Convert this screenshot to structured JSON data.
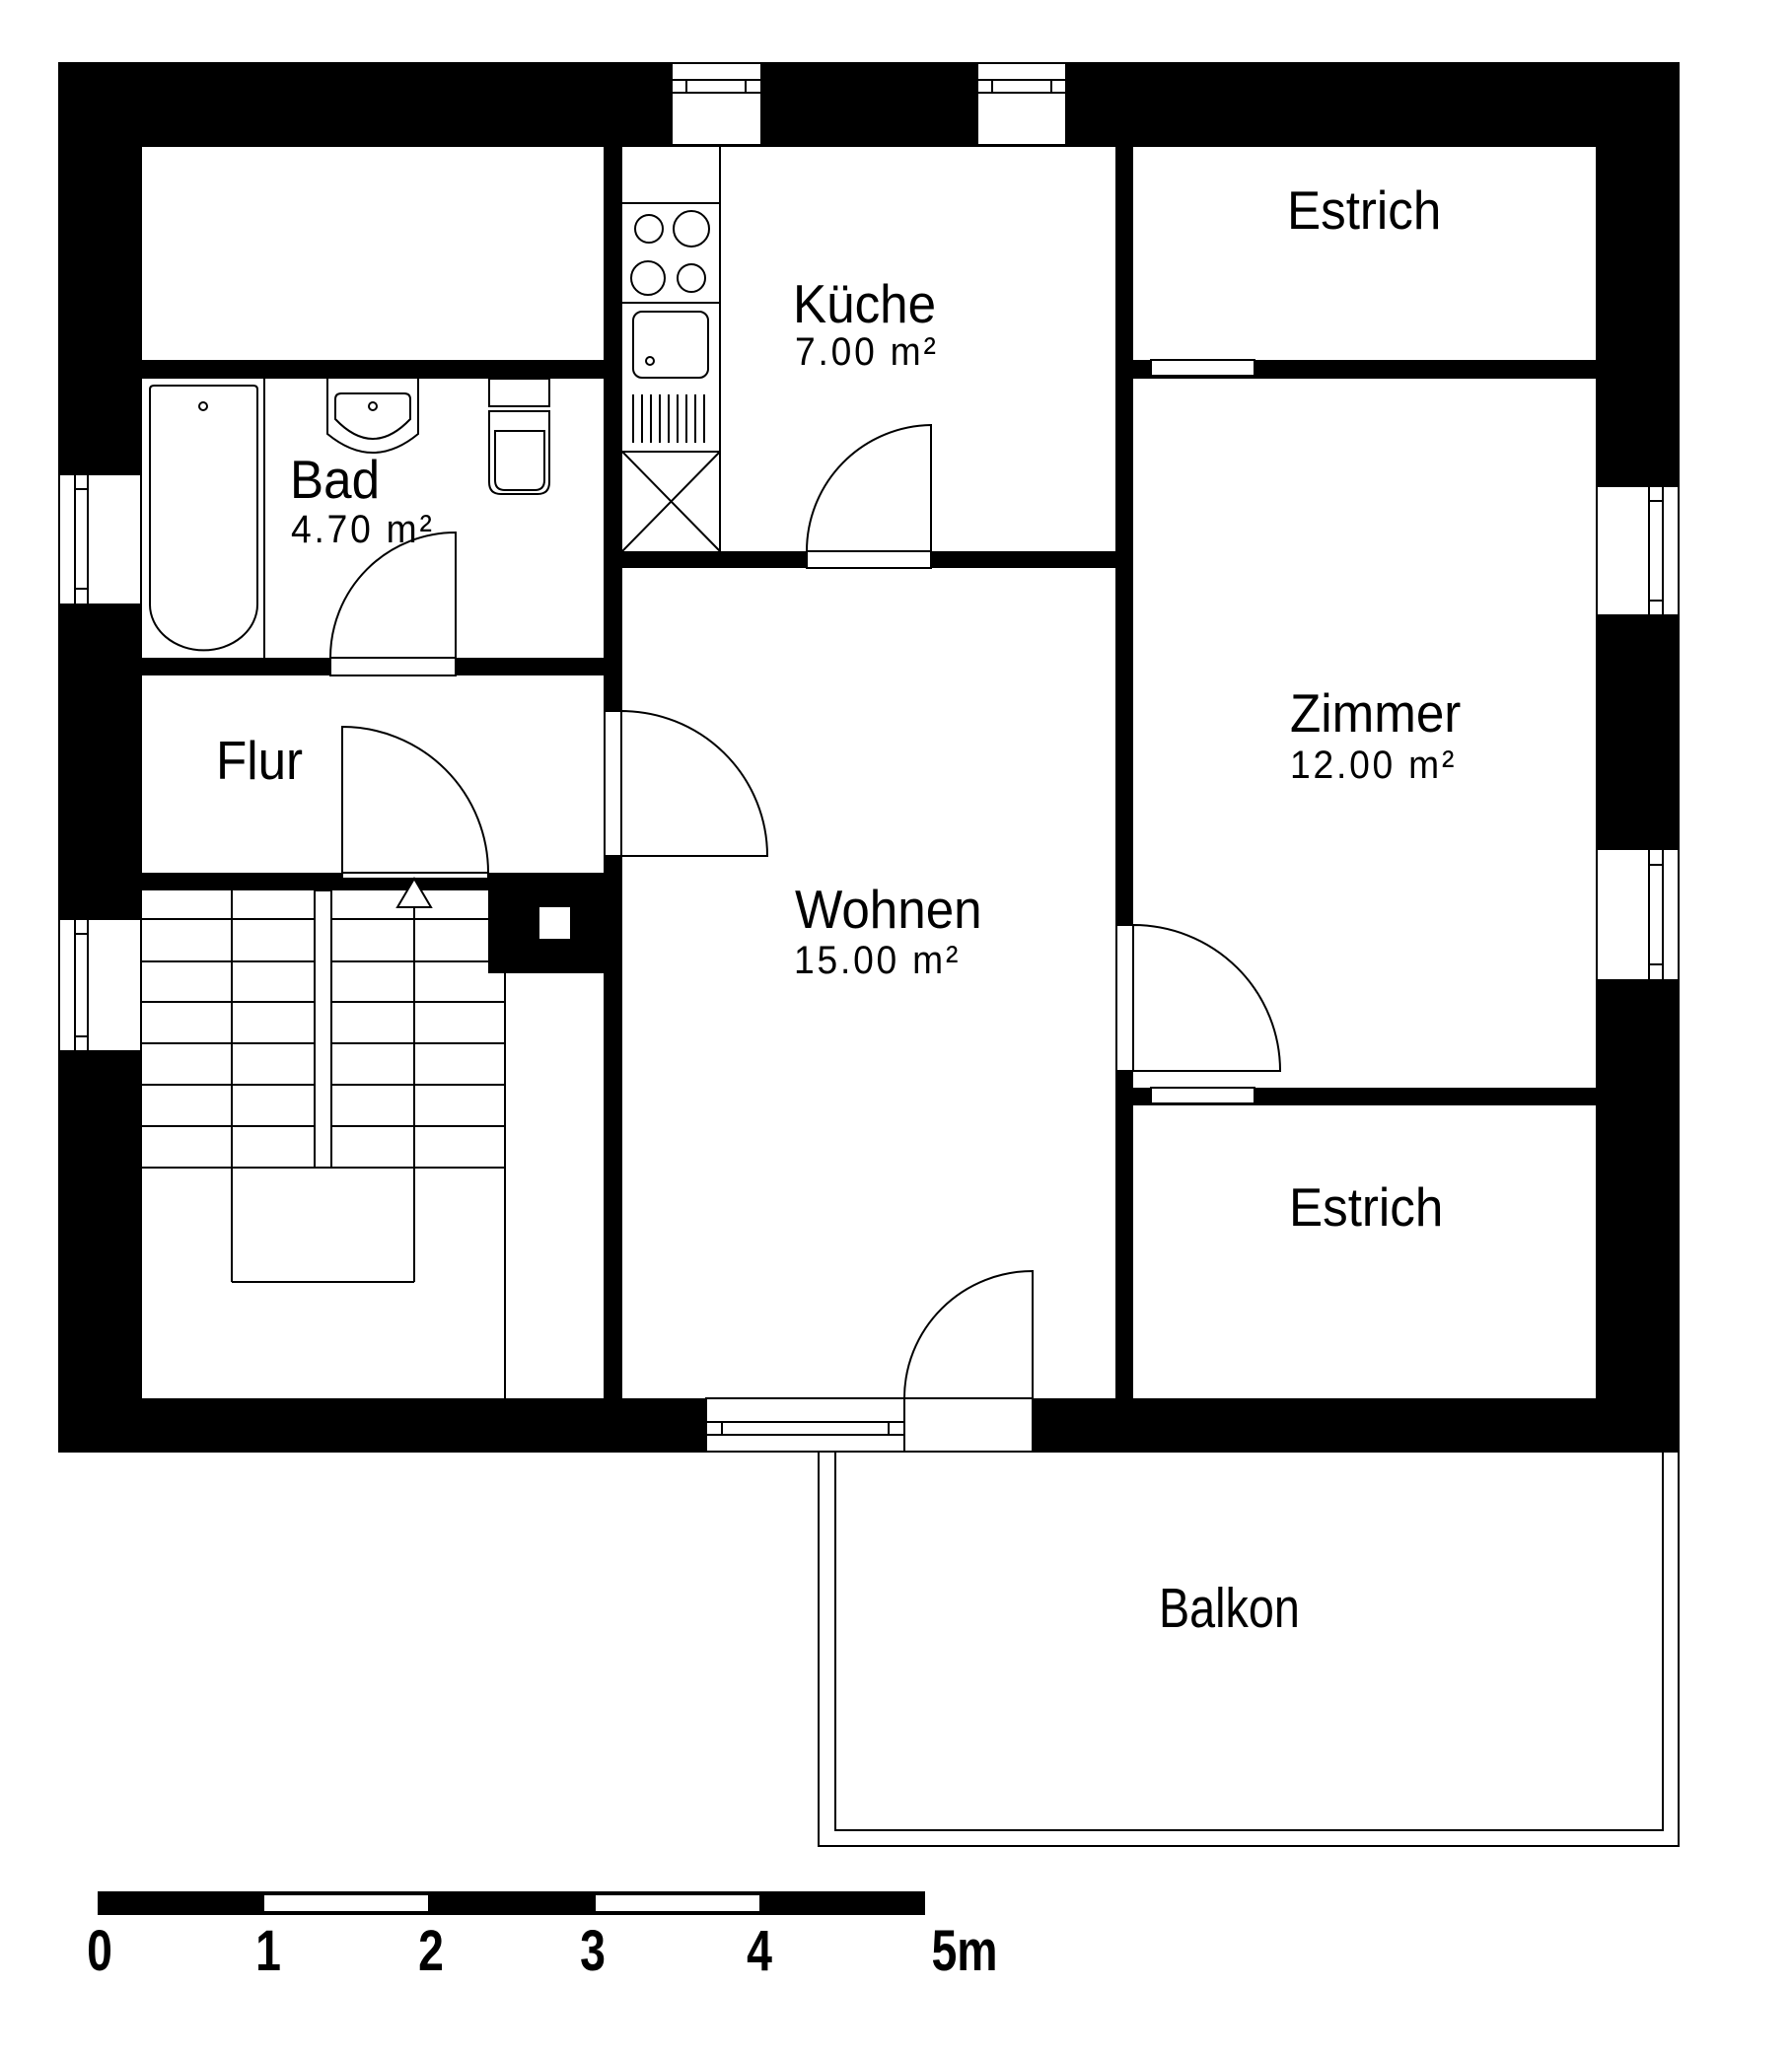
{
  "plan": {
    "colors": {
      "wall": "#000000",
      "floor": "#ffffff",
      "line": "#000000"
    },
    "rooms": [
      {
        "id": "estrich-top",
        "name": "Estrich",
        "area": null
      },
      {
        "id": "kueche",
        "name": "Küche",
        "area": "7.00 m²"
      },
      {
        "id": "bad",
        "name": "Bad",
        "area": "4.70 m²"
      },
      {
        "id": "flur",
        "name": "Flur",
        "area": null
      },
      {
        "id": "wohnen",
        "name": "Wohnen",
        "area": "15.00 m²"
      },
      {
        "id": "zimmer",
        "name": "Zimmer",
        "area": "12.00 m²"
      },
      {
        "id": "estrich-bottom",
        "name": "Estrich",
        "area": null
      },
      {
        "id": "balkon",
        "name": "Balkon",
        "area": null
      }
    ],
    "fixtures": [
      "bathtub-icon",
      "washbasin-icon",
      "toilet-icon",
      "stove-icon",
      "sink-icon",
      "drainer-icon",
      "fridge-icon",
      "staircase-icon"
    ]
  },
  "scale_bar": {
    "unit": "m",
    "ticks": [
      "0",
      "1",
      "2",
      "3",
      "4",
      "5m"
    ]
  }
}
